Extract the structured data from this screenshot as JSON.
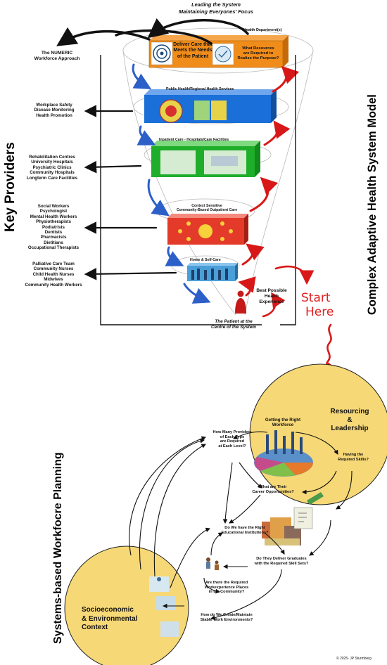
{
  "top": {
    "header_line1": "Leading the System",
    "header_line2": "Maintaining Everyones' Focus",
    "numeric_line1": "The NUMERIC",
    "numeric_line2": "Workforce Approach",
    "health_department": "Health Department(s)",
    "deliver_care": [
      "Deliver Care that",
      "Meets the Needs",
      "of the Patient"
    ],
    "what_resources": [
      "What Resources",
      "are Required to",
      "Realise the Purpose?"
    ],
    "level_public": "Public Health/Regional Health Services",
    "level_inpatient": "Inpatient Care - Hospitals/Care Facilities",
    "level_context": [
      "Context Sensitive",
      "Community-Based Outpatient Care"
    ],
    "level_home": "Home & Self-Care",
    "patient_centre": [
      "The Patient at the",
      "Centre of the System"
    ],
    "best_experience": [
      "Best Possible",
      "Health",
      "Experience"
    ],
    "start_here": [
      "Start",
      "Here"
    ],
    "left_title": "Key Providers",
    "right_title": "Complex Adaptive Health System Model",
    "providers": [
      [
        "Workplace Safety",
        "Disease Monitoring",
        "Health Promotion"
      ],
      [
        "Rehabilitation Centres",
        "University Hospitals",
        "Psychiatric Clinics",
        "Community Hospitals",
        "Longterm Care Facilities"
      ],
      [
        "Social Workers",
        "Psychologist",
        "Mental Health Workers",
        "Physiotherapists",
        "Podiatrists",
        "Dentists",
        "Pharmacists",
        "Dietitians",
        "Occupational Therapists"
      ],
      [
        "Palliative Care Team",
        "Community Nurses",
        "Child Health Nurses",
        "Midwives",
        "Community Health Workers"
      ]
    ]
  },
  "bottom": {
    "left_title": "Systems-based Workfocre Planning",
    "resourcing": [
      "Resourcing",
      "&",
      "Leadership"
    ],
    "socio": [
      "Socioeconomic",
      "& Environmental",
      "Context"
    ],
    "right_workforce": [
      "Getting the Right",
      "Workforce"
    ],
    "required_skills": [
      "Having the",
      "Required Skills?"
    ],
    "questions": {
      "how_many": [
        "How Many Providers",
        "of Each Type",
        "are Required",
        "at Each Level?"
      ],
      "career": [
        "What are Their",
        "Career Opportunities?"
      ],
      "institutions": [
        "Do We have the Right",
        "Educational Institutions?"
      ],
      "graduates": [
        "Do They Deliver Graduates",
        "with the Required Skill Sets?"
      ],
      "placements": [
        "Are there the Required",
        "Workexperience Places",
        "in the Community?"
      ],
      "stable": [
        "How do We Create/Maintain",
        "Stable Work Environments?"
      ]
    },
    "copyright": "© 2025- JP Sturmberg"
  },
  "colors": {
    "red_arrow": "#d81818",
    "blue_arrow": "#2c5fc8",
    "orange_box": "#f08c1a",
    "blue_box": "#1a6fd8",
    "green_box": "#1fae2a",
    "red_box": "#e43a2a",
    "yellow_circle": "#f6d877",
    "start_red": "#e02020"
  }
}
